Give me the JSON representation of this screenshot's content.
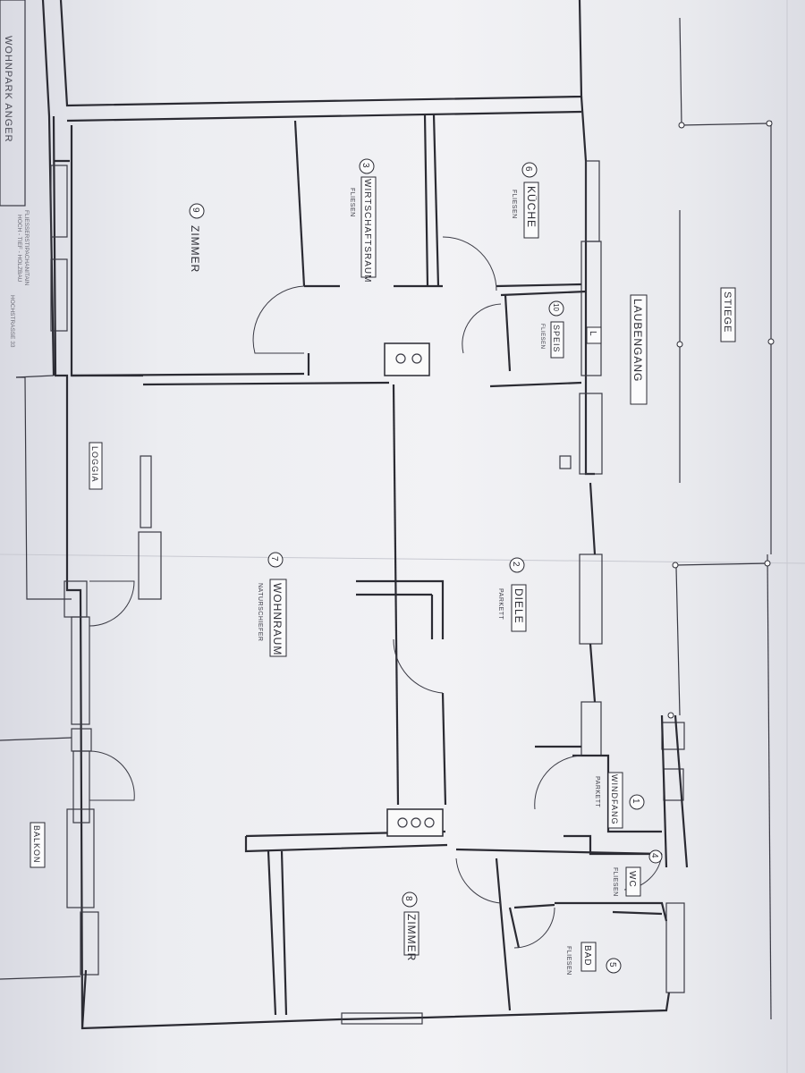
{
  "sheet_title": "WOHNPARK ANGER",
  "planner_lines": [
    "FLIESSERSTIPACHANITAIN",
    "HOCH - TIEF - HOLZBAU",
    "HOCHSTRASSE 33"
  ],
  "rooms": [
    {
      "num": "1",
      "name": "WINDFANG",
      "floor": "PARKETT"
    },
    {
      "num": "2",
      "name": "DIELE",
      "floor": "PARKETT"
    },
    {
      "num": "3",
      "name": "WIRTSCHAFTSRAUM",
      "floor": "FLIESEN"
    },
    {
      "num": "4",
      "name": "WC",
      "floor": "FLIESEN"
    },
    {
      "num": "5",
      "name": "BAD",
      "floor": "FLIESEN"
    },
    {
      "num": "6",
      "name": "KÜCHE",
      "floor": "FLIESEN"
    },
    {
      "num": "7",
      "name": "WOHNRAUM",
      "floor": "NATURSCHIEFER"
    },
    {
      "num": "8",
      "name": "ZIMMER",
      "floor": ""
    },
    {
      "num": "9",
      "name": "ZIMMER",
      "floor": ""
    },
    {
      "num": "10",
      "name": "SPEIS",
      "floor": "FLIESEN"
    }
  ],
  "labels": {
    "laubengang": "LAUBENGANG",
    "stiege": "STIEGE",
    "loggia": "LOGGIA",
    "balkon": "BALKON",
    "l_mark": "L"
  },
  "colors": {
    "line": "#2b2b33",
    "paper": "#f2f2f5"
  }
}
